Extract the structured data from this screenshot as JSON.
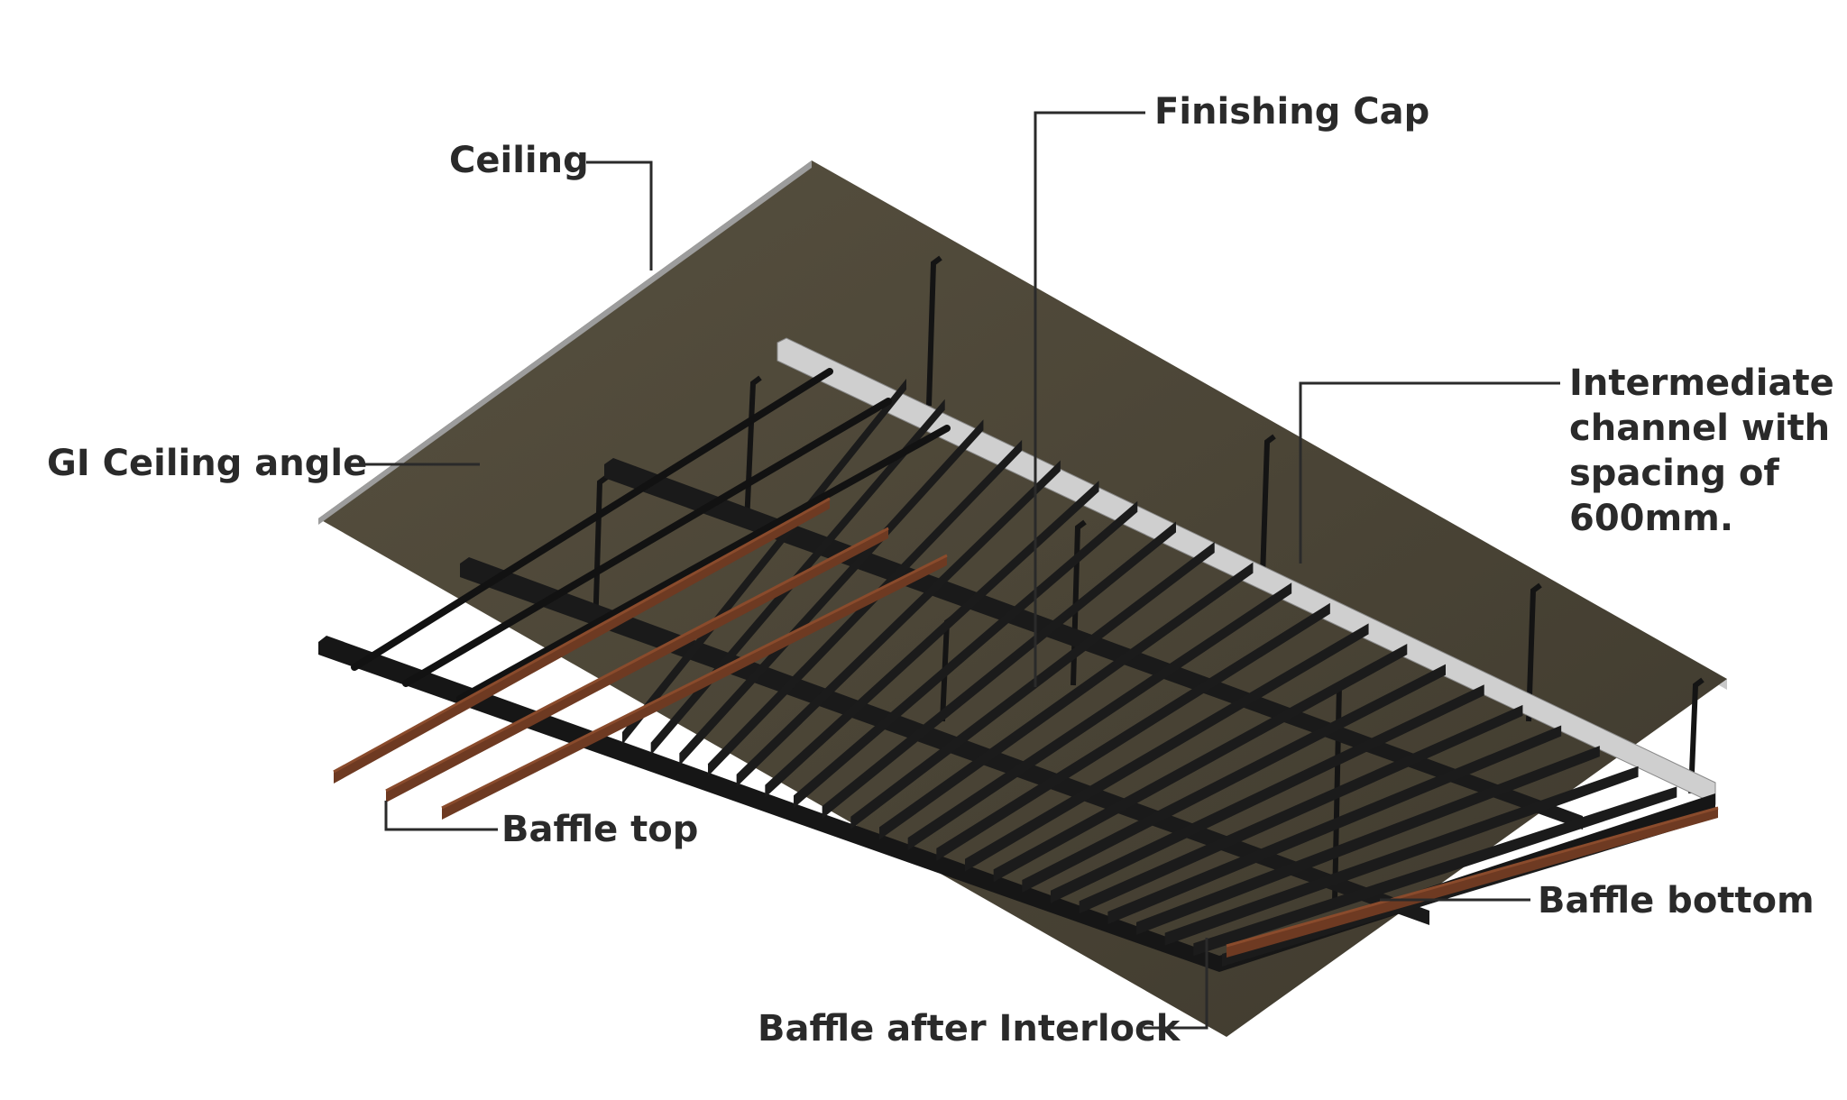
{
  "labels": {
    "ceiling": "Ceiling",
    "finishing_cap": "Finishing Cap",
    "gi_ceiling_angle": "GI Ceiling angle",
    "intermediate_channel": "Intermediate channel with spacing of 600mm.",
    "baffle_top": "Baffle top",
    "baffle_bottom": "Baffle bottom",
    "baffle_after_interlock": "Baffle after Interlock"
  },
  "colors": {
    "slab_underside": "#4a4436",
    "slab_edge": "#bdbdbd",
    "frame_black": "#1b1b1b",
    "wood_baffle": "#6e3a22",
    "wood_highlight": "#8a4b2c",
    "leader_line": "#2a2a2a",
    "label_text": "#2a2a2a"
  }
}
